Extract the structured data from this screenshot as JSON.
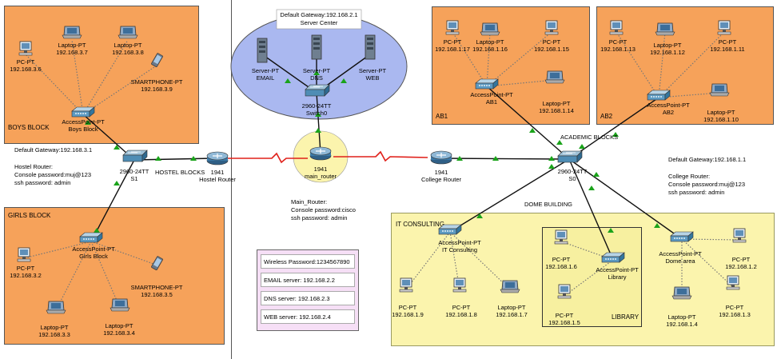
{
  "zones": {
    "boys_block": "BOYS BLOCK",
    "girls_block": "GIRLS BLOCK",
    "ab1": "AB1",
    "ab2": "AB2",
    "it_consulting": "IT CONSULTING",
    "library": "LIBRARY",
    "academic_blocks": "ACADEMIC BLOCKS",
    "dome_building": "DOME BUILDING",
    "hostel_blocks": "HOSTEL BLOCKS"
  },
  "server_center": {
    "gateway": "Default Gateway:192.168.2.1",
    "title": "Server Center"
  },
  "notes": {
    "hostel_gateway": "Default Gateway:192.168.3.1",
    "hostel_router": [
      "Hostel Router:",
      "Console password:muj@123",
      "ssh password: admin"
    ],
    "main_router": [
      "Main_Router:",
      "Console password:cisco",
      "ssh password: admin"
    ],
    "college_gateway": "Default Gateway:192.168.1.1",
    "college_router": [
      "College Router:",
      "Console password:muj@123",
      "ssh password: admin"
    ]
  },
  "passwords": [
    "Wireless Password:1234567890",
    "EMAIL server: 192.168.2.2",
    "DNS server: 192.168.2.3",
    "WEB server: 192.168.2.4"
  ],
  "devices": {
    "boys_pc": [
      "PC-PT",
      "192.168.3.6"
    ],
    "boys_lap1": [
      "Laptop-PT",
      "192.168.3.7"
    ],
    "boys_lap2": [
      "Laptop-PT",
      "192.168.3.8"
    ],
    "boys_phone": [
      "SMARTPHONE-PT",
      "192.168.3.9"
    ],
    "boys_ap": [
      "AccessPoint-PT",
      "Boys Block"
    ],
    "s1": [
      "2960-24TT",
      "S1"
    ],
    "hostel_router": [
      "1941",
      "Hostel Router"
    ],
    "girls_ap": [
      "AccessPoint-PT",
      "Girls Block"
    ],
    "girls_pc": [
      "PC-PT",
      "192.168.3.2"
    ],
    "girls_phone": [
      "SMARTPHONE-PT",
      "192.168.3.5"
    ],
    "girls_lap1": [
      "Laptop-PT",
      "192.168.3.3"
    ],
    "girls_lap2": [
      "Laptop-PT",
      "192.168.3.4"
    ],
    "srv_email": [
      "Server-PT",
      "EMAIL"
    ],
    "srv_dns": [
      "Server-PT",
      "DNS"
    ],
    "srv_web": [
      "Server-PT",
      "WEB"
    ],
    "switch0": [
      "2960-24TT",
      "Switch0"
    ],
    "main_router": [
      "1941",
      "main_router"
    ],
    "college_router": [
      "1941",
      "College Router"
    ],
    "s0": [
      "2960-24TT",
      "S0"
    ],
    "ab1_pc1": [
      "PC-PT",
      "192.168.1.17"
    ],
    "ab1_lap1": [
      "Laptop-PT",
      "192.168.1.16"
    ],
    "ab1_pc2": [
      "PC-PT",
      "192.168.1.15"
    ],
    "ab1_ap": [
      "AccessPoint-PT",
      "AB1"
    ],
    "ab1_lap2": [
      "Laptop-PT",
      "192.168.1.14"
    ],
    "ab2_pc1": [
      "PC-PT",
      "192.168.1.13"
    ],
    "ab2_lap1": [
      "Laptop-PT",
      "192.168.1.12"
    ],
    "ab2_pc2": [
      "PC-PT",
      "192.168.1.11"
    ],
    "ab2_ap": [
      "AccessPoint-PT",
      "AB2"
    ],
    "ab2_lap2": [
      "Laptop-PT",
      "192.168.1.10"
    ],
    "it_ap": [
      "AccessPoint-PT",
      "IT Consulting"
    ],
    "it_pc1": [
      "PC-PT",
      "192.168.1.9"
    ],
    "it_pc2": [
      "PC-PT",
      "192.168.1.8"
    ],
    "it_lap": [
      "Laptop-PT",
      "192.168.1.7"
    ],
    "lib_pc1": [
      "PC-PT",
      "192.168.1.6"
    ],
    "lib_ap": [
      "AccessPoint-PT",
      "Library"
    ],
    "lib_pc2": [
      "PC-PT",
      "192.168.1.5"
    ],
    "dome_ap": [
      "AccessPoint-PT",
      "Dome area"
    ],
    "dome_pc1": [
      "PC-PT",
      "192.168.1.2"
    ],
    "dome_pc2": [
      "PC-PT",
      "192.168.1.3"
    ],
    "dome_lap": [
      "Laptop-PT",
      "192.168.1.4"
    ]
  },
  "colors": {
    "orange": "#f6a25a",
    "yellow": "#fbf4ad",
    "server_oval": "#aab8f0",
    "serial_link": "#e0201a",
    "link_ok": "#1aa31a"
  }
}
